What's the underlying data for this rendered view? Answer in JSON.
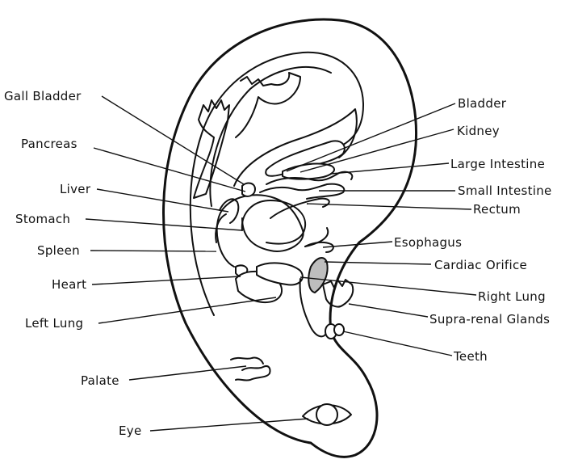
{
  "labels": {
    "gall_bladder": "Gall Bladder",
    "pancreas": "Pancreas",
    "liver": "Liver",
    "stomach": "Stomach",
    "spleen": "Spleen",
    "heart": "Heart",
    "left_lung": "Left Lung",
    "palate": "Palate",
    "eye": "Eye",
    "bladder": "Bladder",
    "kidney": "Kidney",
    "large_intestine": "Large Intestine",
    "small_intestine": "Small Intestine",
    "rectum": "Rectum",
    "esophagus": "Esophagus",
    "cardiac_orifice": "Cardiac Orifice",
    "right_lung": "Right Lung",
    "supra_renal_glands": "Supra-renal Glands",
    "teeth": "Teeth"
  },
  "colors": {
    "ink": "#111111",
    "background": "#ffffff"
  }
}
